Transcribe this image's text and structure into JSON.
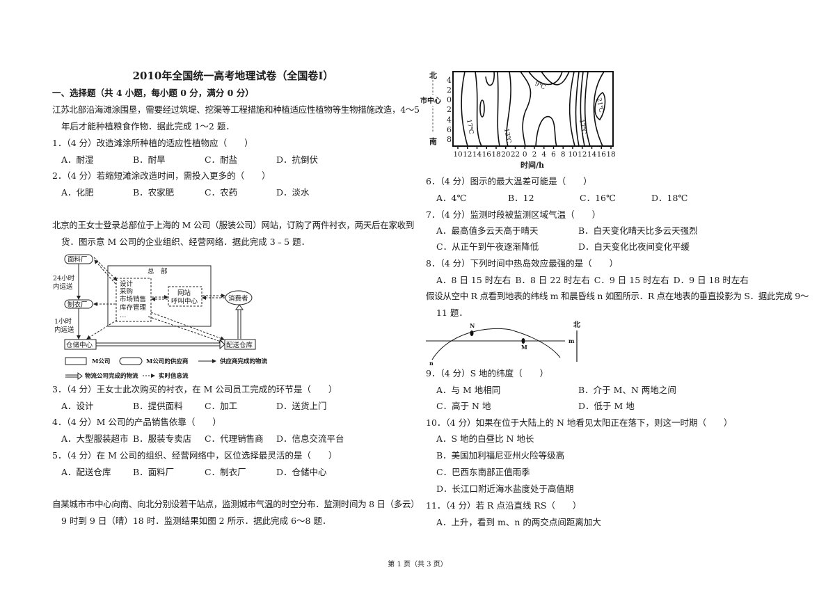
{
  "title": "2010年全国统一高考地理试卷（全国卷Ⅰ）",
  "section": "一、选择题（共 4 小题，每小题 0 分，满分 0 分）",
  "passage1": [
    "江苏北部沿海滩涂围垦，需要经过筑堤、挖渠等工程措施和种植适应性植物等生物措施改造，4～5",
    "年后才能种植粮食作物．据此完成 1～2 题．"
  ],
  "q1": {
    "stem": "1．（4 分）改造滩涂所种植的适应性植物应（　　）",
    "options": [
      "A．耐湿",
      "B．耐旱",
      "C．耐盐",
      "D．抗倒伏"
    ]
  },
  "q2": {
    "stem": "2．（4 分）若缩短滩涂改造时间，需投入更多的（　　）",
    "options": [
      "A．化肥",
      "B．农家肥",
      "C．农药",
      "D．淡水"
    ]
  },
  "passage2": [
    "北京的王女士登录总部位于上海的 M 公司（服装公司）网站，订购了两件衬衣，两天后在家收到",
    "货．图示意 M 公司的企业组织、经营网络．据此完成 3﹣5 题．"
  ],
  "diagram1": {
    "fabric": "面料厂",
    "hq": "总　部",
    "inner": [
      "设计",
      "采购",
      "市场销售",
      "库存管理",
      "…"
    ],
    "web": [
      "网站",
      "呼叫中心"
    ],
    "consumer": "消费者",
    "garment": "制衣厂",
    "storage": "仓储中心",
    "distribution": "配送仓库",
    "t24": [
      "24小时",
      "内运送"
    ],
    "t1": [
      "1小时",
      "内运送"
    ],
    "legend": [
      "M公司",
      "M公司的供应商",
      "供应商完成的物流",
      "物流公司完成的物流",
      "实时信息流"
    ]
  },
  "q3": {
    "stem": "3．（4 分）王女士此次购买的衬衣，在 M 公司员工完成的环节是（　　）",
    "options": [
      "A．设计",
      "B．提供面料",
      "C．加工",
      "D．送货上门"
    ]
  },
  "q4": {
    "stem": "4．（4 分）M 公司的产品销售依靠（　　）",
    "options": [
      "A．大型服装超市",
      "B．服装专卖店",
      "C．代理销售商",
      "D．信息交流平台"
    ]
  },
  "q5": {
    "stem": "5．（4 分）在 M 公司的组织、经营网络中，区位选择最灵活的是（　　）",
    "options": [
      "A．配送仓库",
      "B．面料厂",
      "C．制衣厂",
      "D．仓储中心"
    ]
  },
  "passage3": [
    "自某城市市中心向南、向北分别设若干站点，监测城市气温的时空分布．监测时间为 8 日（多云）",
    "9 时到 9 日（晴）18 时．监测结果如图 2 所示．据此完成 6～8 题．"
  ],
  "chart": {
    "north": "北",
    "center": "市中心",
    "south": "南",
    "yticks": [
      "4",
      "2",
      "0",
      "2",
      "4",
      "6",
      "8"
    ],
    "xticks": [
      "10",
      "12",
      "14",
      "16",
      "18",
      "20",
      "22",
      "0",
      "2",
      "4",
      "6",
      "8",
      "10",
      "12",
      "14",
      "16",
      "18"
    ],
    "xlabel": "时间/h",
    "labels": [
      "9℃",
      "13℃",
      "17℃",
      "17℃",
      "21℃"
    ]
  },
  "q6": {
    "stem": "6．（4 分）图示的最大温差可能是（　　）",
    "options": [
      "A．4℃",
      "B．12",
      "C．16℃",
      "D．18℃"
    ]
  },
  "q7": {
    "stem": "7．（4 分）监测时段被监测区域气温（　　）",
    "options": [
      "A．最高值多云天高于晴天",
      "B．白天变化晴天比多云天强烈",
      "C．从正午到午夜逐渐降低",
      "D．白天变化比夜间变化平缓"
    ]
  },
  "q8": {
    "stem": "8．（4 分）下列时间中热岛效应最强的是（　　）",
    "options": [
      "A．8 日 15 时左右",
      "B．8 日 22 时左右",
      "C．9 日 15 时左右",
      "D．9 日 18 时左右"
    ]
  },
  "passage4": [
    "假设从空中 R 点看到地表的纬线 m 和晨昏线 n 如图所示．R 点在地表的垂直投影为 S．据此完成 9～",
    "11 题．"
  ],
  "diagram2": {
    "N": "N",
    "M": "M",
    "m": "m",
    "n": "n",
    "north": "北"
  },
  "q9": {
    "stem": "9．（4 分）S 地的纬度（　　）",
    "options": [
      "A．与 M 地相同",
      "B．介于 M、N 两地之间",
      "C．高于 N 地",
      "D．低于 M 地"
    ]
  },
  "q10": {
    "stem": "10．（4 分）如果在位于大陆上的 N 地看见太阳正在落下，则这一时期（　　）",
    "options": [
      "A．S 地的白昼比 N 地长",
      "B．美国加利福尼亚州火险等级高",
      "C．巴西东南部正值雨季",
      "D．长江口附近海水盐度处于高值期"
    ]
  },
  "q11": {
    "stem": "11．（4 分）若 R 点沿直线 RS（　　）",
    "options": [
      "A．上升，看到 m、n 的两交点间距离加大"
    ]
  },
  "footer": "第 1 页（共 3 页）"
}
